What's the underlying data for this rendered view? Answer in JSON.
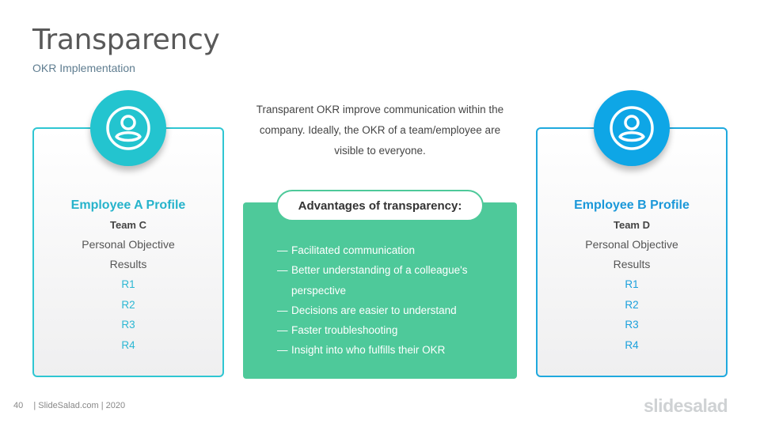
{
  "header": {
    "title": "Transparency",
    "subtitle": "OKR Implementation"
  },
  "intro": {
    "text": "Transparent OKR improve communication within the company. Ideally, the OKR of a team/employee are visible to everyone."
  },
  "profiles": [
    {
      "title": "Employee A Profile",
      "team": "Team C",
      "lines": [
        "Personal Objective",
        "Results"
      ],
      "results": [
        "R1",
        "R2",
        "R3",
        "R4"
      ],
      "icon": "user-icon",
      "accent_color": "#23c4cf"
    },
    {
      "title": "Employee B Profile",
      "team": "Team D",
      "lines": [
        "Personal Objective",
        "Results"
      ],
      "results": [
        "R1",
        "R2",
        "R3",
        "R4"
      ],
      "icon": "user-icon",
      "accent_color": "#0ea6e6"
    }
  ],
  "advantages": {
    "heading": "Advantages of transparency:",
    "bullet": "—",
    "items": [
      "Facilitated communication",
      "Better understanding of a colleague's perspective",
      "Decisions are easier to understand",
      "Faster troubleshooting",
      "Insight into who fulfills their OKR"
    ],
    "box_color": "#4ec99a"
  },
  "footer": {
    "page_number": "40",
    "credit": "| SlideSalad.com | 2020",
    "brand": "slidesalad"
  }
}
